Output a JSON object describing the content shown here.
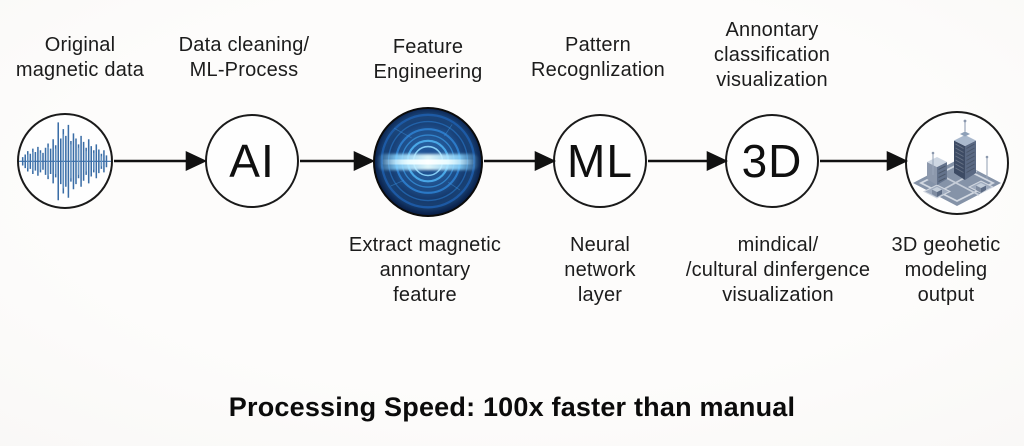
{
  "pipeline": {
    "nodes": [
      {
        "name": "original-magnetic-data",
        "label": "Original\nmagnetic data",
        "icon": "waveform-icon"
      },
      {
        "name": "data-cleaning-ml-process",
        "label": "Data cleaning/\nML-Process",
        "circle_text": "AI"
      },
      {
        "name": "feature-engineering",
        "label": "Feature\nEngineering",
        "icon": "radar-scan-icon",
        "caption": "Extract magnetic\nannontary\nfeature"
      },
      {
        "name": "pattern-recognition",
        "label": "Pattern\nRecognlization",
        "circle_text": "ML",
        "caption": "Neural\nnetwork\nlayer"
      },
      {
        "name": "annontary-classification-visualization",
        "label": "Annontary\nclassification\nvisualization",
        "circle_text": "3D",
        "caption": "mindical/\n/cultural dinfergence\nvisualization"
      },
      {
        "name": "3d-modeling-output",
        "icon": "city-3d-icon",
        "caption": "3D geohetic\nmodeling\noutput"
      }
    ],
    "footer": "Processing Speed: 100x faster than manual",
    "colors": {
      "waveform_blue": "#3a6da6",
      "radar_glow": "#59c2ff",
      "radar_background": "#0b2356",
      "city_slate": "#5f6d86",
      "outline": "#1a1a1a"
    }
  }
}
